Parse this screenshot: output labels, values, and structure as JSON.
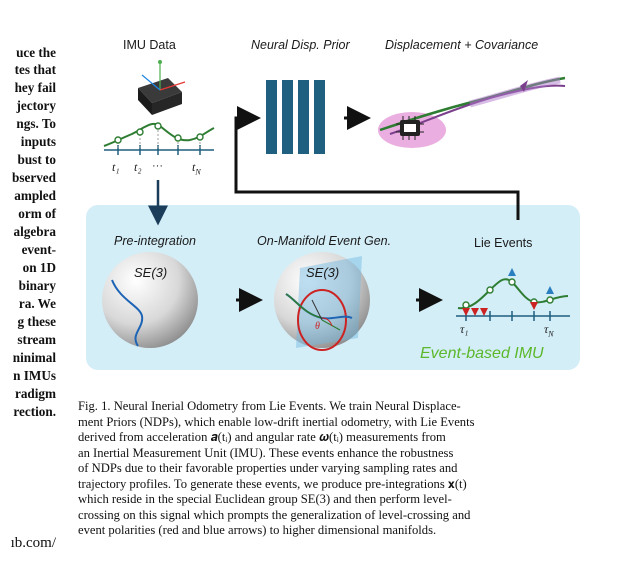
{
  "left_column": {
    "lines": [
      "uce the",
      "tes that",
      "hey fail",
      "jectory",
      "ngs. To",
      "inputs",
      "bust to",
      "bserved",
      "ampled",
      "orm of",
      "algebra",
      "event-",
      "on 1D",
      "binary",
      "ra. We",
      "g these",
      "stream",
      "ninimal",
      "n IMUs",
      "radigm",
      "rection."
    ],
    "link_fragment": "ıb.com/"
  },
  "figure": {
    "labels": {
      "imu_data": "IMU Data",
      "neural_prior": "Neural Disp. Prior",
      "displacement": "Displacement + Covariance",
      "preintegration": "Pre-integration",
      "event_gen": "On-Manifold Event Gen.",
      "lie_events": "Lie Events",
      "se3_left": "SE(3)",
      "se3_right": "SE(3)",
      "event_based": "Event-based IMU"
    },
    "ticks": {
      "t1": "t₁",
      "t2": "t₂",
      "dots": "···",
      "tN": "t",
      "tN_sub": "N",
      "tau1": "τ₁",
      "tauN": "τ",
      "tauN_sub": "N",
      "theta": "θ"
    },
    "colors": {
      "panel": "#d4eef8",
      "nn_bars": "#1f5f7f",
      "curve": "#2e7d32",
      "trajectory_purple": "#7b3f8c",
      "ellipse_pink": "#e59ad8",
      "event_label_green": "#5cb82a",
      "red_arrow": "#cc2222",
      "blue_arrow": "#2a7fc0"
    }
  },
  "caption": {
    "lines": [
      "Fig. 1.  Neural Inerial Odometry from Lie Events. We train Neural Displace-",
      "ment Priors (NDPs), which enable low-drift inertial odometry, with Lie Events",
      "derived from acceleration 𝒂(tᵢ) and angular rate 𝝎(tᵢ) measurements from",
      "an Inertial Measurement Unit (IMU). These events enhance the robustness",
      "of NDPs due to their favorable properties under varying sampling rates and",
      "trajectory profiles. To generate these events, we produce pre-integrations 𝐱(t)",
      "which reside in the special Euclidean group SE(3) and then perform level-",
      "crossing on this signal which prompts the generalization of level-crossing and",
      "event polarities (red and blue arrows) to higher dimensional manifolds."
    ]
  }
}
